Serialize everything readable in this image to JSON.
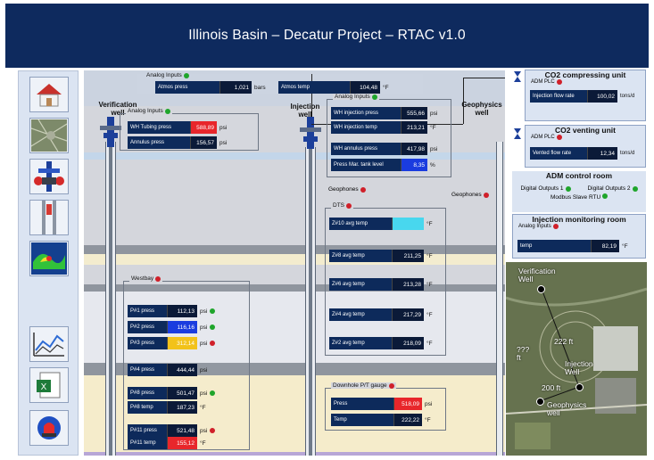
{
  "title": "Illinois Basin – Decatur Project – RTAC v1.0",
  "sidebar": [
    "house-icon",
    "map-icon",
    "wellhead-icon",
    "wellbore-icon",
    "3d-model-icon",
    "trend-chart-icon",
    "excel-export-icon",
    "alarm-icon"
  ],
  "labels": {
    "verification_well": "Verification\nwell",
    "injection_well": "Injection\nwell",
    "geophysics_well": "Geophysics\nwell",
    "geophones1": "Geophones",
    "geophones2": "Geophones"
  },
  "atmos": {
    "title": "Analog Inputs",
    "press_label": "Atmos press",
    "press_value": "1,021",
    "press_unit": "bars",
    "temp_label": "Atmos temp",
    "temp_value": "104,48",
    "temp_unit": "°F"
  },
  "verification_ai": {
    "title": "Analog Inputs",
    "rows": [
      {
        "label": "WH Tubing press",
        "value": "588,89",
        "unit": "psi"
      },
      {
        "label": "Annulus press",
        "value": "156,57",
        "unit": "psi"
      }
    ]
  },
  "injection_ai": {
    "title": "Analog Inputs",
    "rows": [
      {
        "label": "WH injection press",
        "value": "555,66",
        "unit": "psi"
      },
      {
        "label": "WH injection temp",
        "value": "213,21",
        "unit": "°F"
      },
      {
        "label": "WH annulus press",
        "value": "417,98",
        "unit": "psi"
      },
      {
        "label": "Press Mar. tank level",
        "value": "8,35",
        "unit": "%"
      }
    ]
  },
  "dts": {
    "title": "DTS",
    "rows": [
      {
        "label": "Z#10 avg temp",
        "value": "",
        "unit": "°F"
      },
      {
        "label": "Z#8 avg temp",
        "value": "211,25",
        "unit": "°F"
      },
      {
        "label": "Z#6 avg temp",
        "value": "213,28",
        "unit": "°F"
      },
      {
        "label": "Z#4 avg temp",
        "value": "217,29",
        "unit": "°F"
      },
      {
        "label": "Z#2 avg temp",
        "value": "218,09",
        "unit": "°F"
      }
    ]
  },
  "westbay": {
    "title": "Westbay",
    "rows": [
      {
        "label": "P#1 press",
        "value": "112,13",
        "unit": "psi"
      },
      {
        "label": "P#2 press",
        "value": "116,16",
        "unit": "psi"
      },
      {
        "label": "P#3 press",
        "value": "312,14",
        "unit": "psi"
      },
      {
        "label": "P#4 press",
        "value": "444,44",
        "unit": "psi"
      },
      {
        "label": "P#8 press",
        "value": "501,47",
        "unit": "psi"
      },
      {
        "label": "P#8 temp",
        "value": "187,23",
        "unit": "°F"
      },
      {
        "label": "P#11 press",
        "value": "521,48",
        "unit": "psi"
      },
      {
        "label": "P#11 temp",
        "value": "155,12",
        "unit": "°F"
      }
    ]
  },
  "downhole": {
    "title": "Downhole P/T gauge",
    "rows": [
      {
        "label": "Press",
        "value": "518,09",
        "unit": "psi"
      },
      {
        "label": "Temp",
        "value": "222,22",
        "unit": "°F"
      }
    ]
  },
  "co2_compress": {
    "title": "CO2 compressing unit",
    "plc": "ADM PLC",
    "label": "Injection flow rate",
    "value": "100,02",
    "unit": "tons/d"
  },
  "co2_vent": {
    "title": "CO2 venting unit",
    "plc": "ADM PLC",
    "label": "Vented flow rate",
    "value": "12,34",
    "unit": "tons/d"
  },
  "control_room": {
    "title": "ADM control room",
    "do1": "Digital Outputs 1",
    "do2": "Digital Outputs 2",
    "modbus": "Modbus Slave RTU"
  },
  "inj_room": {
    "title": "Injection monitoring room",
    "sub": "Analog Inputs",
    "label": "temp",
    "value": "82,19",
    "unit": "°F"
  },
  "map": {
    "verification": "Verification\nWell",
    "d1": "222 ft",
    "d2": "???\nft",
    "injection": "Injection\nWell",
    "d3": "200 ft",
    "geophysics": "Geophysics\nwell"
  }
}
